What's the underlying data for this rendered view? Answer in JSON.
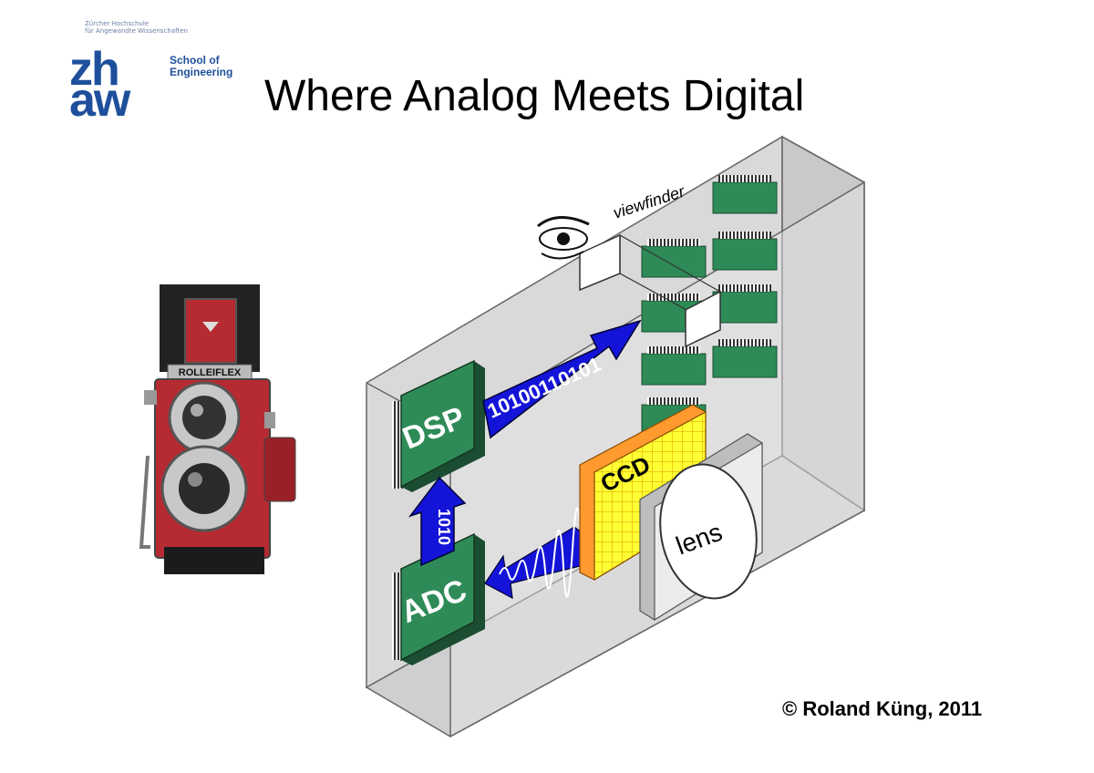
{
  "logo": {
    "line1": "Zürcher Hochschule",
    "line2": "für Angewandte Wissenschaften",
    "zh": "zh",
    "aw": "aw",
    "school1": "School of",
    "school2": "Engineering",
    "brand_color": "#1e4f9c"
  },
  "slide": {
    "title": "Where Analog Meets Digital",
    "copyright": "© Roland Küng, 2011"
  },
  "camera": {
    "brand": "ROLLEIFLEX",
    "body_color": "#b62a32"
  },
  "diagram": {
    "viewfinder_label": "viewfinder",
    "dsp_label": "DSP",
    "adc_label": "ADC",
    "ccd_label": "CCD",
    "lens_label": "lens",
    "bits_horizontal": "10100110101",
    "bits_vertical": "1010",
    "chip_color": "#2e8b57",
    "arrow_color": "#1414d8",
    "ccd_color": "#ffff33",
    "ccd_edge_color": "#ff9a2e"
  }
}
